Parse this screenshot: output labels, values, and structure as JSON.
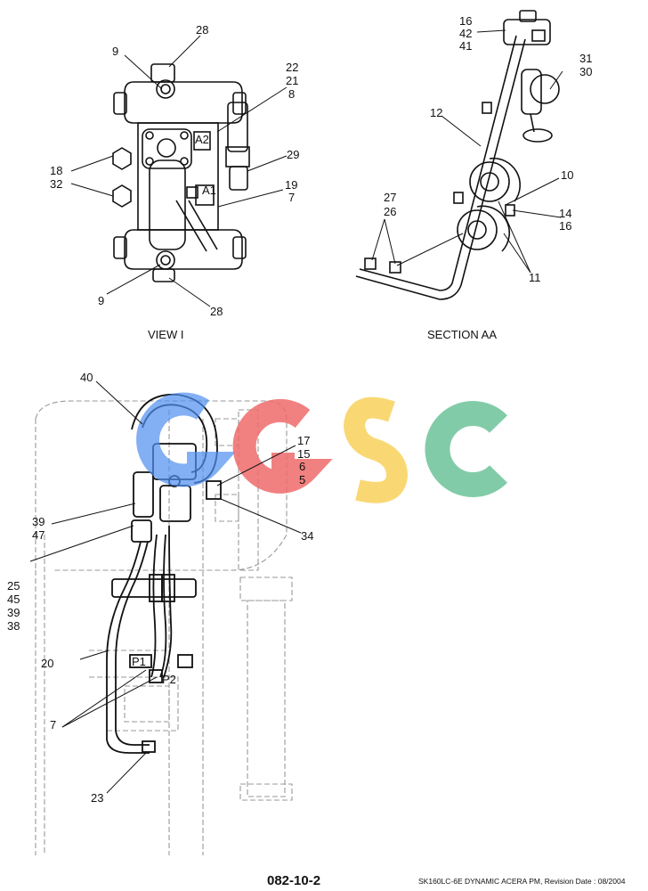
{
  "view_i": {
    "caption": "VIEW I",
    "port_a1": "A1",
    "port_a2": "A2",
    "callouts": [
      "28",
      "9",
      "22",
      "21",
      "8",
      "18",
      "32",
      "29",
      "19",
      "7",
      "9",
      "28"
    ]
  },
  "section_aa": {
    "caption": "SECTION AA",
    "callouts": [
      "16",
      "42",
      "41",
      "31",
      "30",
      "12",
      "10",
      "27",
      "26",
      "14",
      "16",
      "11"
    ]
  },
  "main_view": {
    "port_p1": "P1",
    "port_p2": "P2",
    "callouts": [
      "40",
      "17",
      "15",
      "6",
      "5",
      "39",
      "47",
      "34",
      "25",
      "45",
      "39",
      "38",
      "20",
      "7",
      "23"
    ]
  },
  "watermark": {
    "letters": [
      "G",
      "G",
      "S",
      "C"
    ],
    "colors": [
      "#4f8ff0",
      "#ee6b6b",
      "#f8d15c",
      "#6cc29a"
    ]
  },
  "footer": {
    "page_code": "082-10-2",
    "info": "SK160LC-6E DYNAMIC ACERA PM, Revision Date : 08/2004"
  }
}
